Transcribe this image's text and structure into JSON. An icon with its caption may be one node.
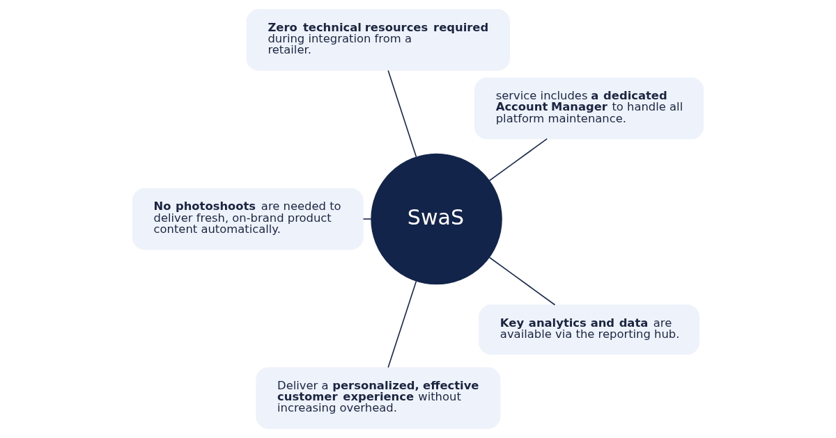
{
  "diagram": {
    "nodes": [
      {
        "text": [
          "SwaS"
        ]
      },
      {
        "text": [
          "service includes **a dedicated Account Manager** to handle all platform maintenance."
        ]
      },
      {
        "text": [
          "**Zero technical resources required** during integration from a retailer."
        ]
      },
      {
        "text": [
          "**No photoshoots** are needed to deliver fresh, on-brand product content automatically."
        ]
      },
      {
        "text": [
          "Deliver a **personalized, effective customer experience** without increasing overhead."
        ]
      },
      {
        "text": [
          "**Key analytics and data** are available via the reporting hub."
        ]
      }
    ],
    "edges": [
      {
        "from": 0,
        "to": 1,
        "arrow": "none"
      },
      {
        "from": 0,
        "to": 2,
        "arrow": "none"
      },
      {
        "from": 0,
        "to": 3,
        "arrow": "none"
      },
      {
        "from": 0,
        "to": 4,
        "arrow": "none"
      },
      {
        "from": 0,
        "to": 5,
        "arrow": "none"
      }
    ]
  }
}
